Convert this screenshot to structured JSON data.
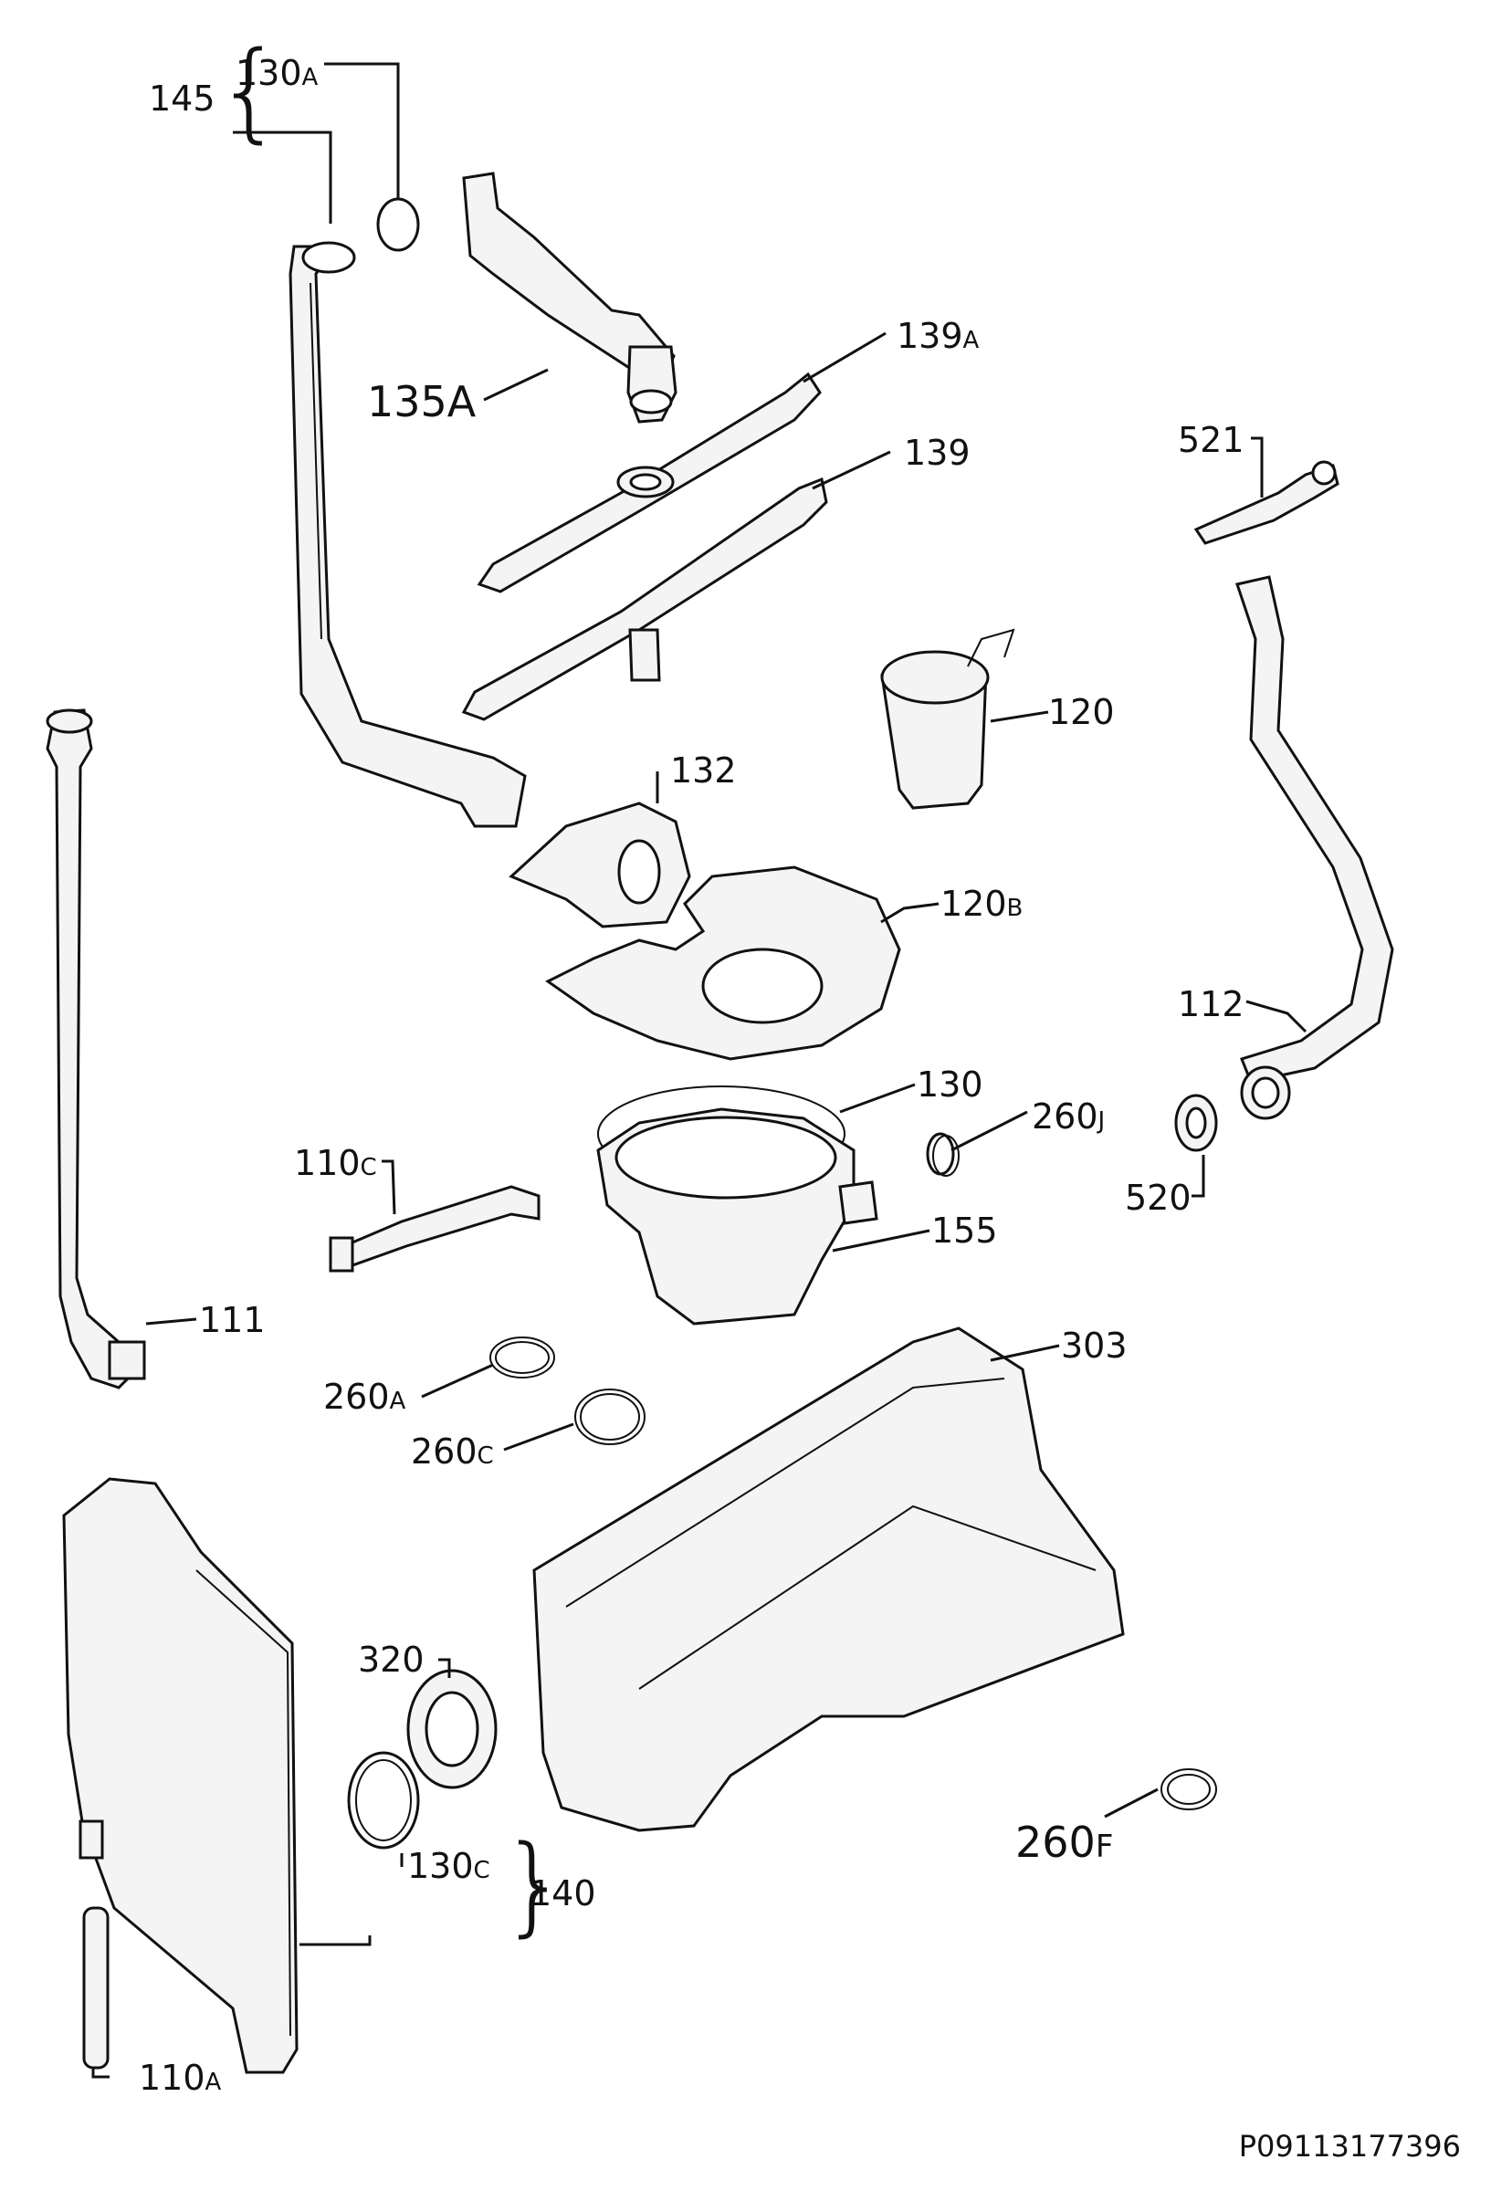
{
  "diagram": {
    "document_code": "P09113177396",
    "callouts": {
      "c145": {
        "num": "145",
        "suffix": ""
      },
      "c130A": {
        "num": "130",
        "suffix": "A"
      },
      "c135A": {
        "num": "135A",
        "suffix": ""
      },
      "c139A": {
        "num": "139",
        "suffix": "A"
      },
      "c139": {
        "num": "139",
        "suffix": ""
      },
      "c521": {
        "num": "521",
        "suffix": ""
      },
      "c120": {
        "num": "120",
        "suffix": ""
      },
      "c132": {
        "num": "132",
        "suffix": ""
      },
      "c120B": {
        "num": "120",
        "suffix": "B"
      },
      "c112": {
        "num": "112",
        "suffix": ""
      },
      "c130": {
        "num": "130",
        "suffix": ""
      },
      "c260J": {
        "num": "260",
        "suffix": "J"
      },
      "c110C": {
        "num": "110",
        "suffix": "C"
      },
      "c520": {
        "num": "520",
        "suffix": ""
      },
      "c155": {
        "num": "155",
        "suffix": ""
      },
      "c111": {
        "num": "111",
        "suffix": ""
      },
      "c303": {
        "num": "303",
        "suffix": ""
      },
      "c260A": {
        "num": "260",
        "suffix": "A"
      },
      "c260C": {
        "num": "260",
        "suffix": "C"
      },
      "c320": {
        "num": "320",
        "suffix": ""
      },
      "c260F": {
        "num": "260",
        "suffix": "F"
      },
      "c130C": {
        "num": "130",
        "suffix": "C"
      },
      "c140": {
        "num": "140",
        "suffix": ""
      },
      "c110A": {
        "num": "110",
        "suffix": "A"
      }
    }
  }
}
